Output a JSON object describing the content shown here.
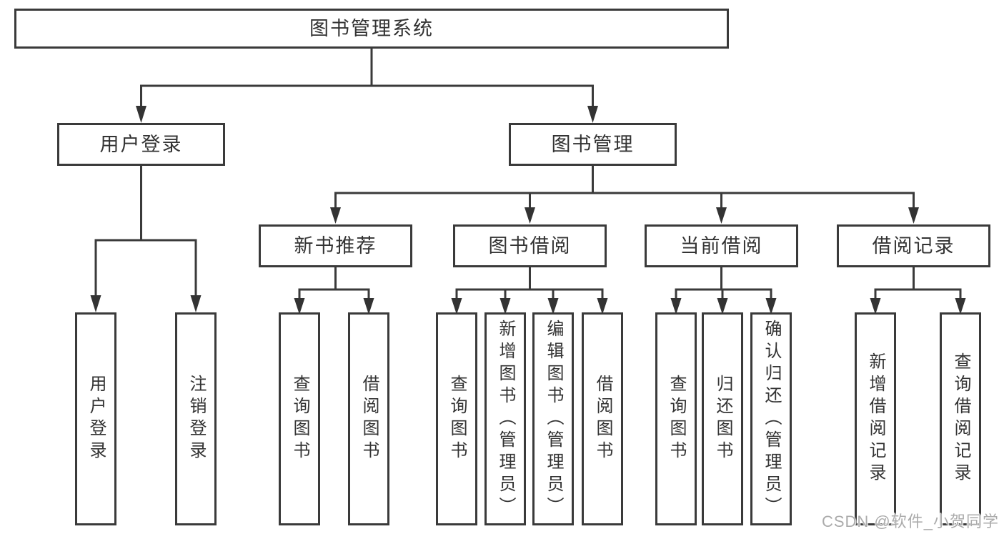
{
  "colors": {
    "background": "#ffffff",
    "box_border": "#3a3a3a",
    "connector_line": "#3a3a3a",
    "text": "#333333",
    "watermark": "#ababab"
  },
  "root": {
    "label": "图书管理系统"
  },
  "level2": {
    "user_login": {
      "label": "用户登录"
    },
    "book_management": {
      "label": "图书管理"
    }
  },
  "level3": {
    "new_book_recommend": {
      "label": "新书推荐"
    },
    "book_borrow": {
      "label": "图书借阅"
    },
    "current_borrow": {
      "label": "当前借阅"
    },
    "borrow_records": {
      "label": "借阅记录"
    }
  },
  "leaves": {
    "user_login": {
      "label": "用户登录"
    },
    "logout": {
      "label": "注销登录"
    },
    "recommend_query_books": {
      "label": "查询图书"
    },
    "recommend_borrow_books": {
      "label": "借阅图书"
    },
    "borrow_query_books": {
      "label": "查询图书"
    },
    "borrow_add_books_admin": {
      "label": "新增图书（管理员）"
    },
    "borrow_edit_books_admin": {
      "label": "编辑图书（管理员）"
    },
    "borrow_borrow_books": {
      "label": "借阅图书"
    },
    "current_query_books": {
      "label": "查询图书"
    },
    "current_return_books": {
      "label": "归还图书"
    },
    "current_confirm_return_admin": {
      "label": "确认归还（管理员）"
    },
    "records_add_record": {
      "label": "新增借阅记录"
    },
    "records_query_record": {
      "label": "查询借阅记录"
    }
  },
  "watermark": {
    "text": "CSDN @软件_小贺同学"
  }
}
